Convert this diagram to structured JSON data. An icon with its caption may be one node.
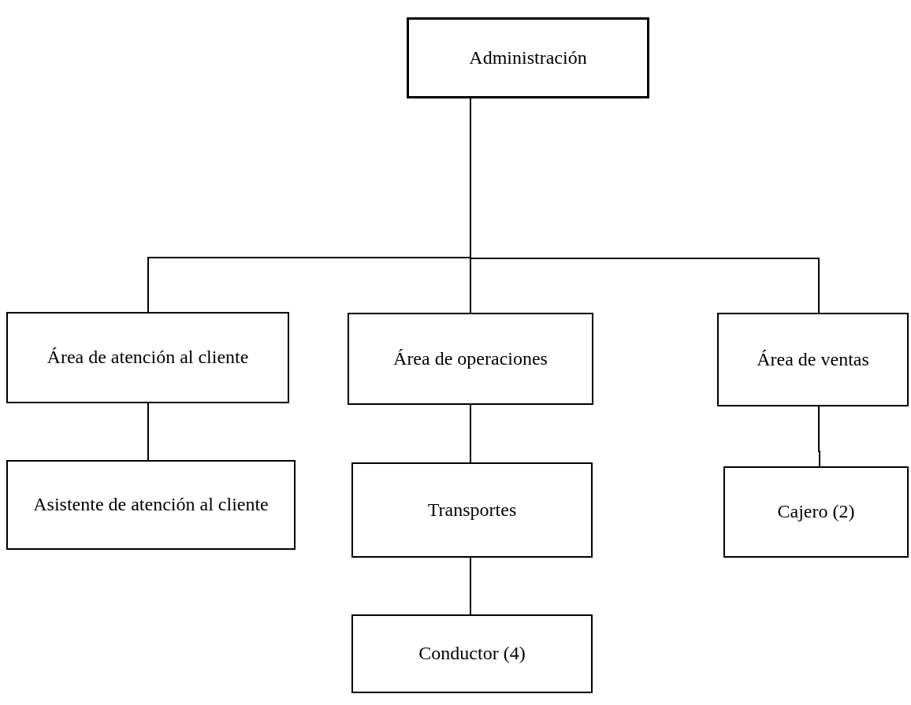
{
  "diagram": {
    "nodes": [
      {
        "text": [
          "Administración"
        ]
      },
      {
        "text": [
          "Área de atención al cliente"
        ]
      },
      {
        "text": [
          "Área de operaciones"
        ]
      },
      {
        "text": [
          "Área de ventas"
        ]
      },
      {
        "text": [
          "Asistente de atención al cliente"
        ]
      },
      {
        "text": [
          "Transportes"
        ]
      },
      {
        "text": [
          "Cajero (2)"
        ]
      },
      {
        "text": [
          "Conductor (4)"
        ]
      }
    ],
    "edges": [
      {
        "from": 0,
        "to": 1,
        "arrow": "none"
      },
      {
        "from": 0,
        "to": 2,
        "arrow": "none"
      },
      {
        "from": 0,
        "to": 3,
        "arrow": "none"
      },
      {
        "from": 1,
        "to": 4,
        "arrow": "none"
      },
      {
        "from": 2,
        "to": 5,
        "arrow": "none"
      },
      {
        "from": 3,
        "to": 6,
        "arrow": "none"
      },
      {
        "from": 5,
        "to": 7,
        "arrow": "none"
      }
    ]
  }
}
